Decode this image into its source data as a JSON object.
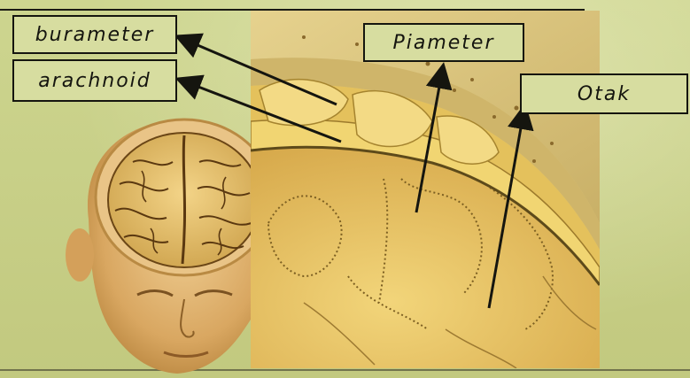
{
  "labels": {
    "durameter": "burameter",
    "arachnoid": "arachnoid",
    "piameter": "Piameter",
    "otak": "Otak"
  },
  "colors": {
    "background": "#c9d08a",
    "ink": "#15150f",
    "brain_tissue": "#e8c96a",
    "skin": "#e6bd7a"
  },
  "icons": {
    "head": "human-head-brain-exposed-illustration",
    "anatomy": "meninges-cross-section-illustration"
  }
}
